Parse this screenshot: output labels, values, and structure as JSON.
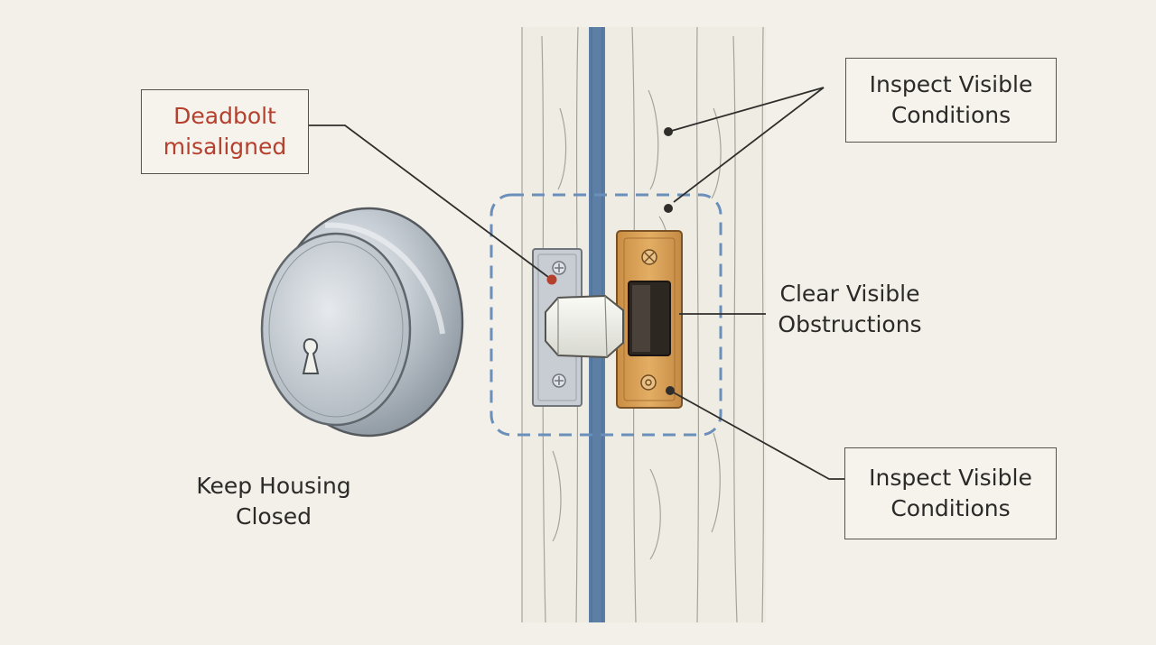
{
  "diagram": {
    "callout_misaligned": {
      "line1": "Deadbolt",
      "line2": "misaligned"
    },
    "callout_inspect_top": {
      "line1": "Inspect Visible",
      "line2": "Conditions"
    },
    "label_clear": {
      "line1": "Clear Visible",
      "line2": "Obstructions"
    },
    "callout_inspect_bottom": {
      "line1": "Inspect Visible",
      "line2": "Conditions"
    },
    "label_housing": {
      "line1": "Keep Housing",
      "line2": "Closed"
    }
  },
  "colors": {
    "background": "#f2f0e8",
    "warning_text": "#b5402e",
    "door_edge": "#5d7fa6",
    "strike_plate": "#d9a35a",
    "inspection_zone": "#6a8fba"
  },
  "icons": [
    "deadbolt-knob",
    "keyhole-icon",
    "bolt-plate",
    "deadbolt-bolt",
    "strike-plate",
    "screw-icon"
  ]
}
